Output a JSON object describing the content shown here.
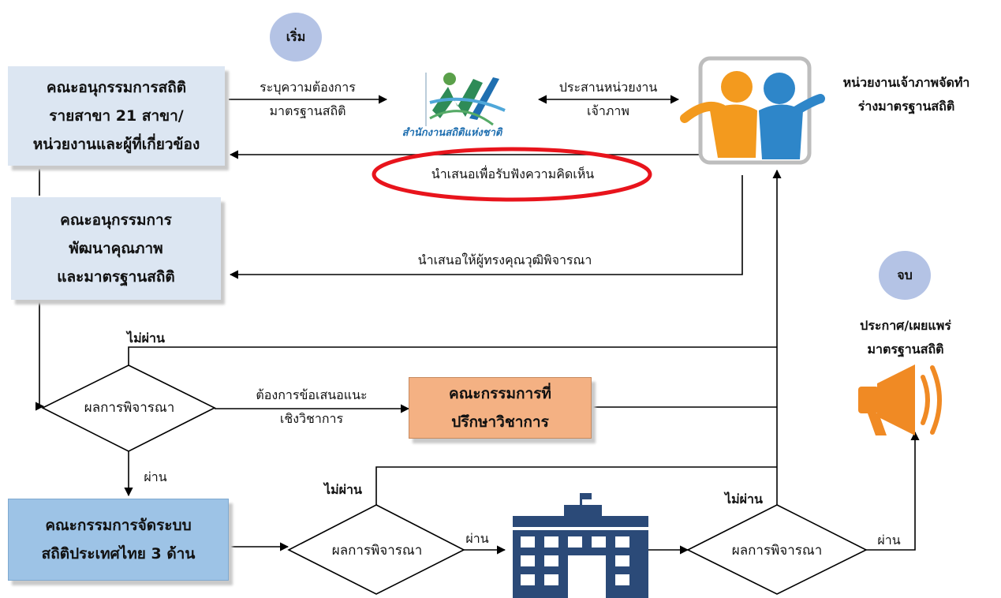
{
  "start_label": "เริ่ม",
  "end_label": "จบ",
  "boxes": {
    "subcommittee_branch": "คณะอนุกรรมการสถิติ\nรายสาขา 21 สาขา/\nหน่วยงานและผู้ที่เกี่ยวข้อง",
    "quality_subcommittee": "คณะอนุกรรมการ\nพัฒนาคุณภาพ\nและมาตรฐานสถิติ",
    "advisory_committee": "คณะกรรมการที่\nปรึกษาวิชาการ",
    "national_committee": "คณะกรรมการจัดระบบ\nสถิติประเทศไทย 3 ด้าน"
  },
  "decisions": {
    "first": "ผลการพิจารณา",
    "second": "ผลการพิจารณา",
    "third": "ผลการพิจารณา"
  },
  "labels": {
    "specify_need": "ระบุความต้องการ\nมาตรฐานสถิติ",
    "coordinate_host": "ประสานหน่วยงาน\nเจ้าภาพ",
    "host_agency": "หน่วยงานเจ้าภาพจัดทำ\nร่างมาตรฐานสถิติ",
    "present_hearing": "นำเสนอเพื่อรับฟังความคิดเห็น",
    "present_experts": "นำเสนอให้ผู้ทรงคุณวุฒิพิจารณา",
    "fail_top": "ไม่ผ่าน",
    "need_advice": "ต้องการข้อเสนอแนะ\nเชิงวิชาการ",
    "pass_1": "ผ่าน",
    "fail_mid": "ไม่ผ่าน",
    "pass_2": "ผ่าน",
    "fail_right": "ไม่ผ่าน",
    "pass_3": "ผ่าน",
    "announce": "ประกาศ/เผยแพร่\nมาตรฐานสถิติ",
    "logo_text": "สำนักงานสถิติแห่งชาติ"
  },
  "colors": {
    "box_blue_light": "#dce6f2",
    "box_blue": "#9dc3e6",
    "box_orange": "#f4b183",
    "circle": "#b4c3e5",
    "highlight_oval": "#e8141c",
    "megaphone": "#f08a24"
  }
}
